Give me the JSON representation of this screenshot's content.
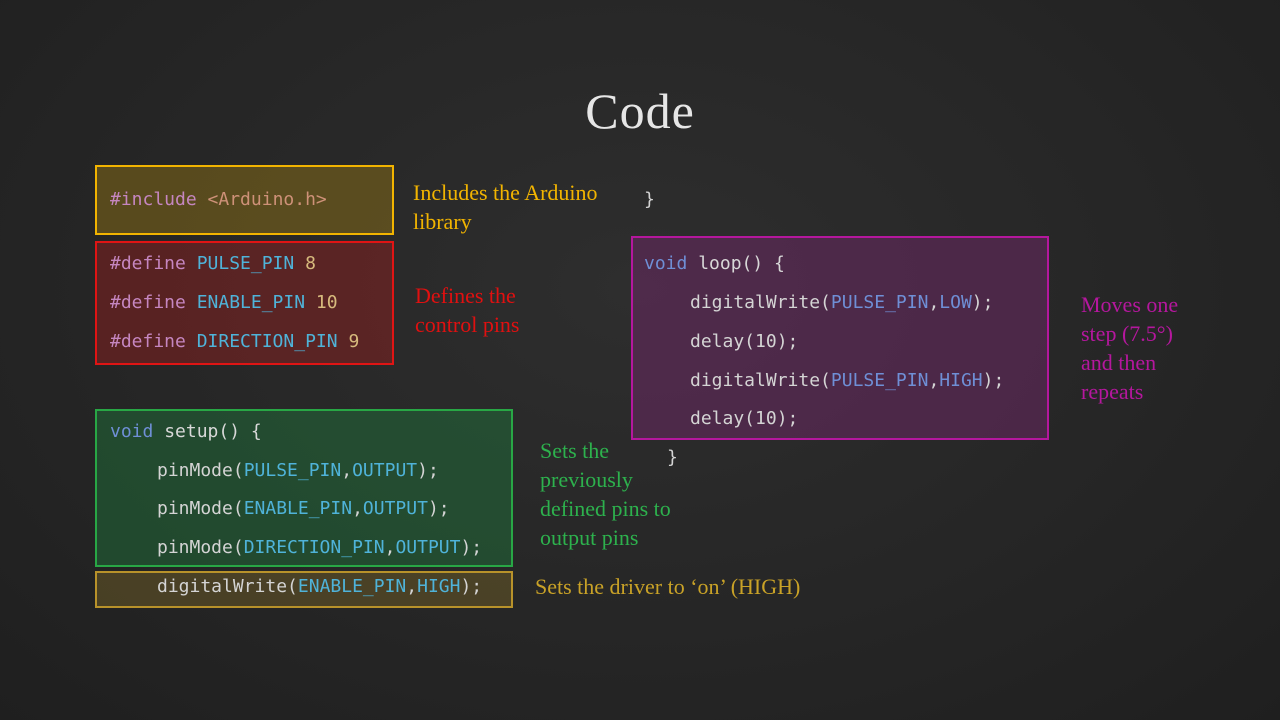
{
  "slide": {
    "title": "Code"
  },
  "code": {
    "include": {
      "directive": "#include",
      "header": "<Arduino.h>"
    },
    "defines": [
      {
        "directive": "#define",
        "name": "PULSE_PIN",
        "value": "8"
      },
      {
        "directive": "#define",
        "name": "ENABLE_PIN",
        "value": "10"
      },
      {
        "directive": "#define",
        "name": "DIRECTION_PIN",
        "value": "9"
      }
    ],
    "setup": {
      "type": "void",
      "signature": "setup() {",
      "lines": [
        {
          "fn": "pinMode(",
          "arg1": "PULSE_PIN",
          "sep": ",",
          "arg2": "OUTPUT",
          "end": ");"
        },
        {
          "fn": "pinMode(",
          "arg1": "ENABLE_PIN",
          "sep": ",",
          "arg2": "OUTPUT",
          "end": ");"
        },
        {
          "fn": "pinMode(",
          "arg1": "DIRECTION_PIN",
          "sep": ",",
          "arg2": "OUTPUT",
          "end": ");"
        },
        {
          "fn": "digitalWrite(",
          "arg1": "ENABLE_PIN",
          "sep": ",",
          "arg2": "HIGH",
          "end": ");"
        }
      ],
      "close": "}"
    },
    "loop": {
      "type": "void",
      "signature": "loop() {",
      "lines": [
        {
          "fn": "digitalWrite(",
          "arg1": "PULSE_PIN",
          "sep": ",",
          "arg2": "LOW",
          "end": ");"
        },
        {
          "text": "delay(10);"
        },
        {
          "fn": "digitalWrite(",
          "arg1": "PULSE_PIN",
          "sep": ",",
          "arg2": "HIGH",
          "end": ");"
        },
        {
          "text": "delay(10);"
        }
      ],
      "close": "}"
    }
  },
  "annotations": {
    "include": {
      "text": "Includes the Arduino library",
      "color": "#f2b400"
    },
    "defines": {
      "text": "Defines the control pins",
      "color": "#e01010"
    },
    "setup": {
      "text": "Sets the previously defined pins to output pins",
      "color": "#2db14d"
    },
    "enable": {
      "text": "Sets the driver to ‘on’ (HIGH)",
      "color": "#c9a227"
    },
    "loop": {
      "text": "Moves one step (7.5°) and then repeats",
      "color": "#b5179e"
    }
  },
  "colors": {
    "include_box_border": "#f2b400",
    "include_box_fill": "#5a4d22",
    "defines_box_border": "#e01414",
    "defines_box_fill": "#5a2222",
    "setup_box_border": "#28a745",
    "setup_box_fill": "#1f4a2e",
    "enable_box_border": "#b8922a",
    "enable_box_fill": "#4a4026",
    "loop_box_border": "#b5179e",
    "loop_box_fill": "#4a2745"
  }
}
